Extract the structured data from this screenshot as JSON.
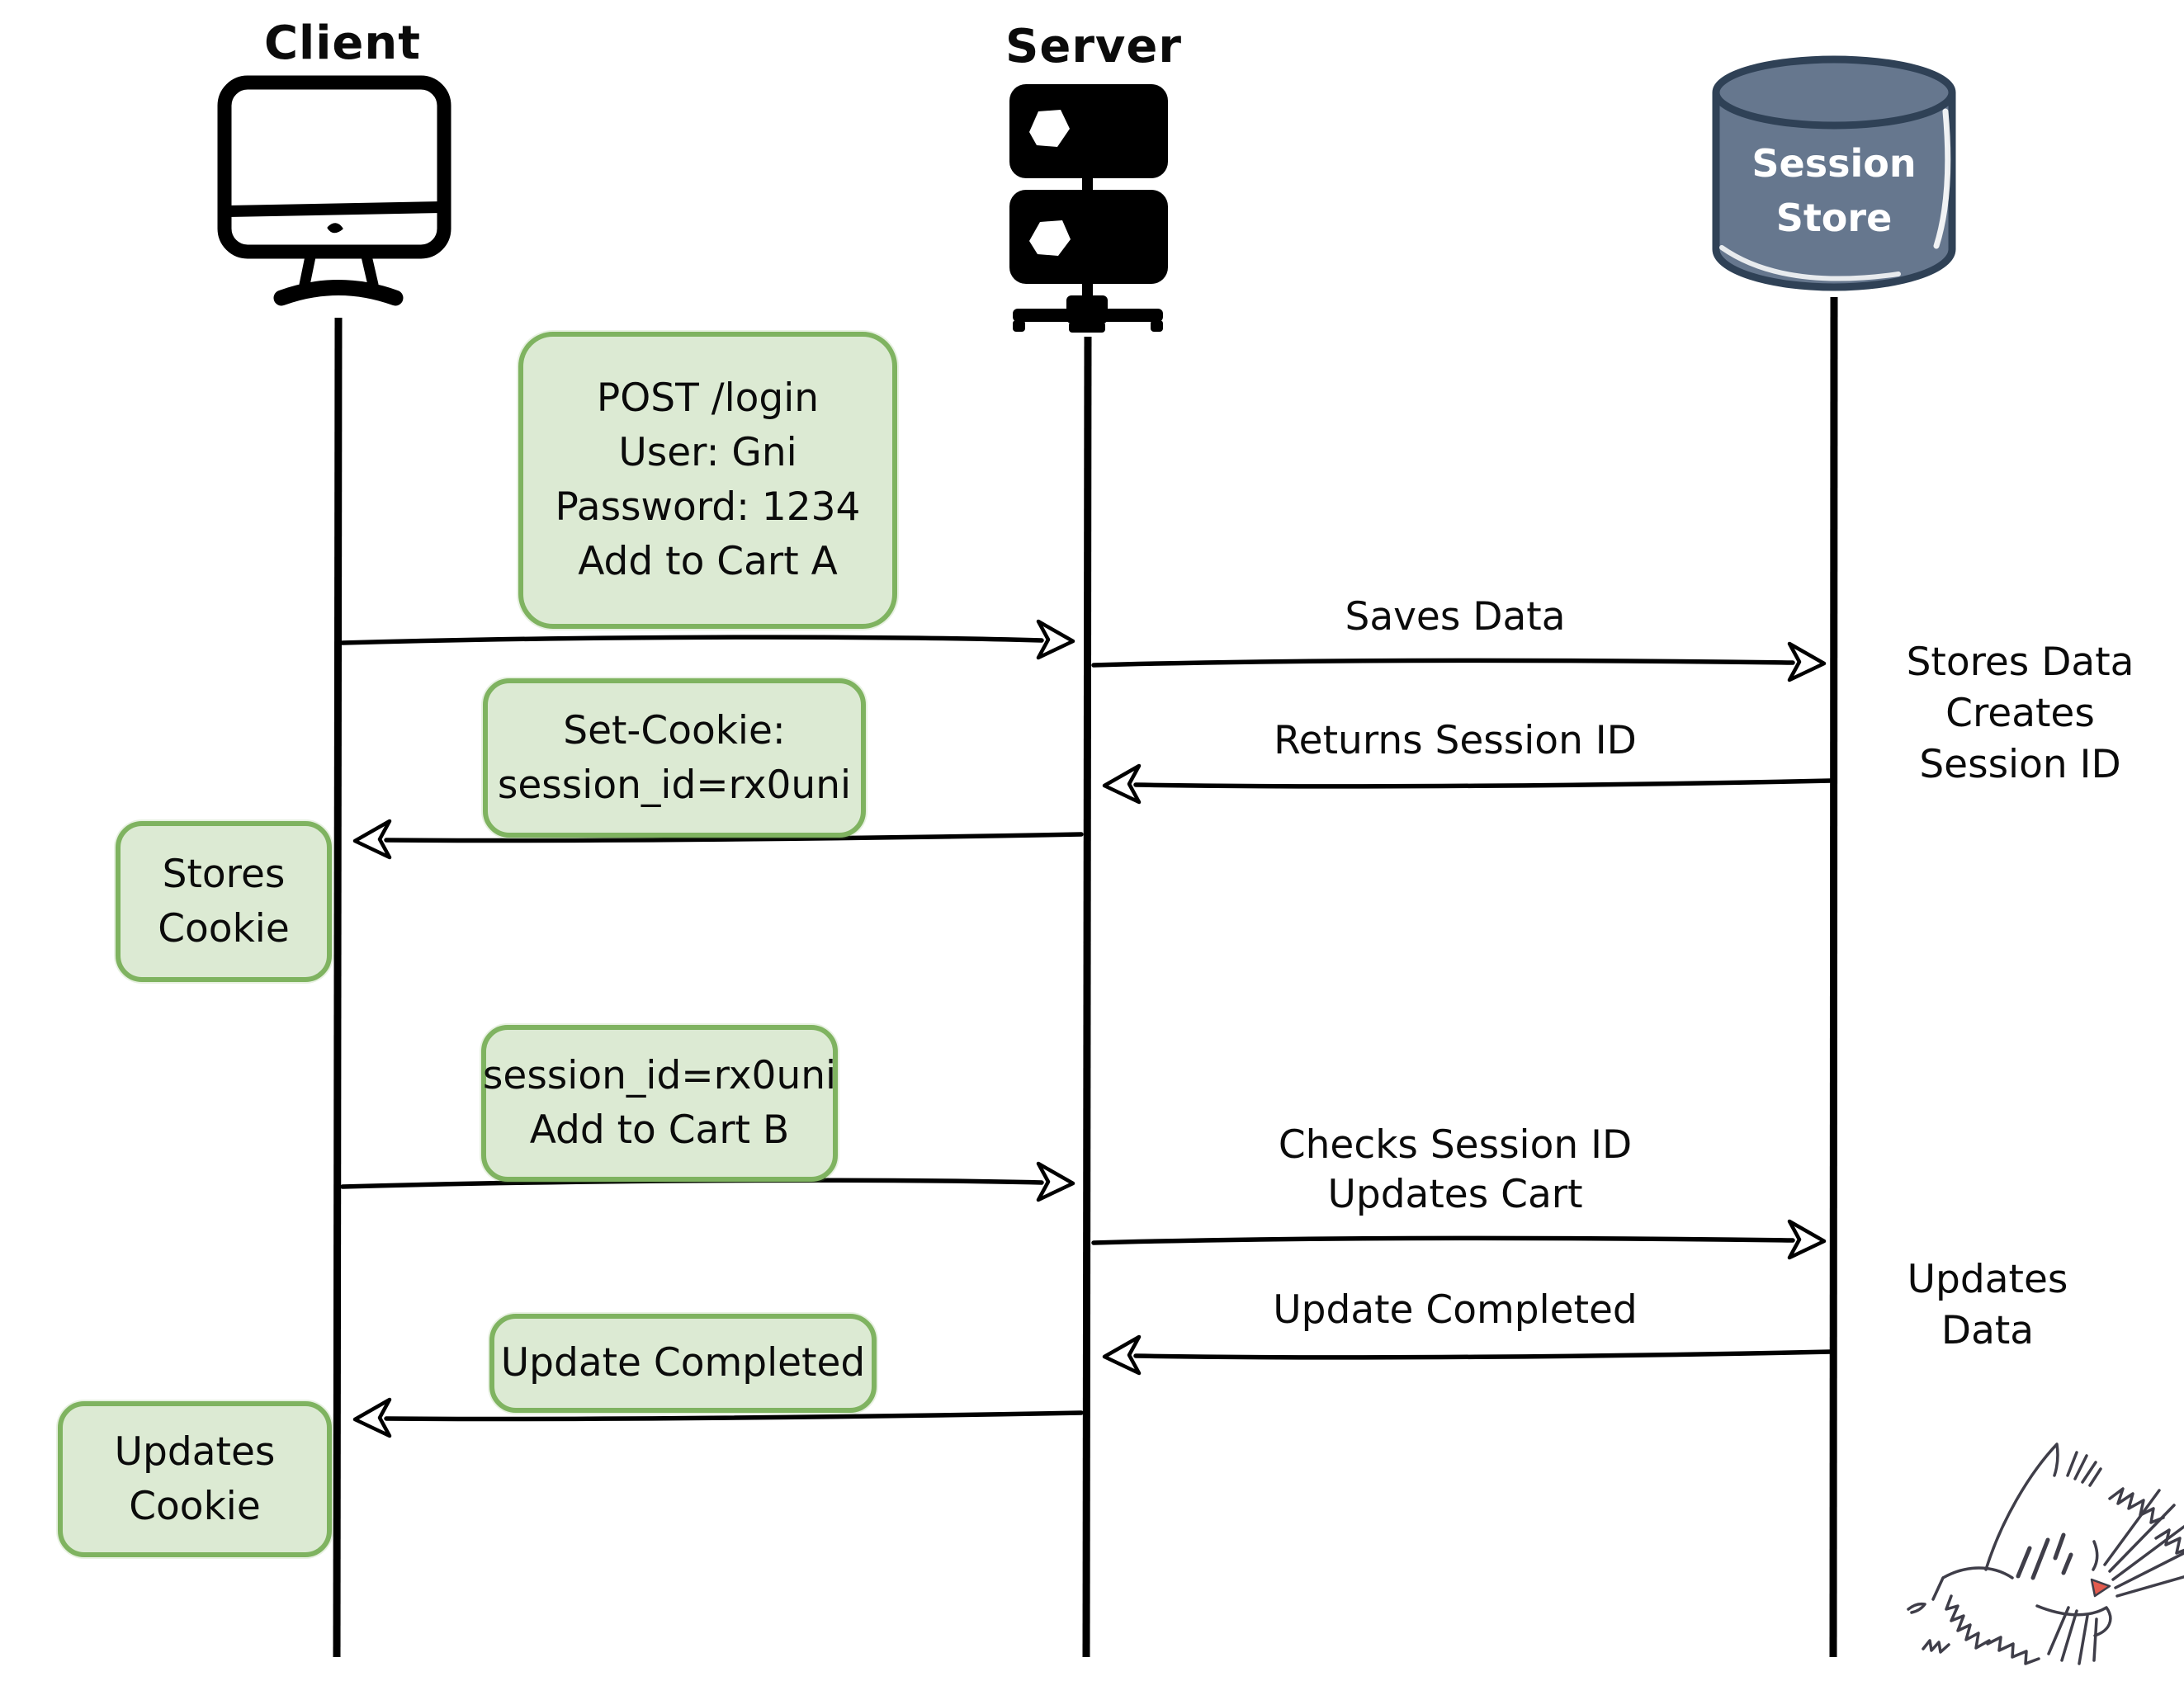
{
  "colors": {
    "note_fill": "#dcead3",
    "note_border": "#7fb360",
    "db_fill": "#66778e",
    "db_stroke": "#2f4156",
    "ink": "#000000",
    "cat_ink": "#3f3e49",
    "cat_nose": "#e25b4e"
  },
  "participants": {
    "client": {
      "label": "Client"
    },
    "server": {
      "label": "Server"
    },
    "session_store": {
      "label": [
        "Session",
        "Store"
      ]
    }
  },
  "notes": {
    "post_login": {
      "lines": [
        "POST /login",
        "User: Gni",
        "Password: 1234",
        "Add to Cart A"
      ]
    },
    "set_cookie": {
      "lines": [
        "Set-Cookie:",
        "session_id=rx0uni"
      ]
    },
    "stores_cookie": {
      "lines": [
        "Stores",
        "Cookie"
      ]
    },
    "session_cart_b": {
      "lines": [
        "session_id=rx0uni",
        "Add to Cart B"
      ]
    },
    "update_completed_note": {
      "lines": [
        "Update Completed"
      ]
    },
    "updates_cookie": {
      "lines": [
        "Updates",
        "Cookie"
      ]
    }
  },
  "messages": {
    "saves_data": "Saves Data",
    "returns_session_id": "Returns Session ID",
    "checks_session": {
      "lines": [
        "Checks Session ID",
        "Updates Cart"
      ]
    },
    "update_completed": "Update Completed"
  },
  "annotations": {
    "stores_data": {
      "lines": [
        "Stores Data",
        "Creates",
        "Session ID"
      ]
    },
    "updates_data": {
      "lines": [
        "Updates",
        "Data"
      ]
    }
  }
}
